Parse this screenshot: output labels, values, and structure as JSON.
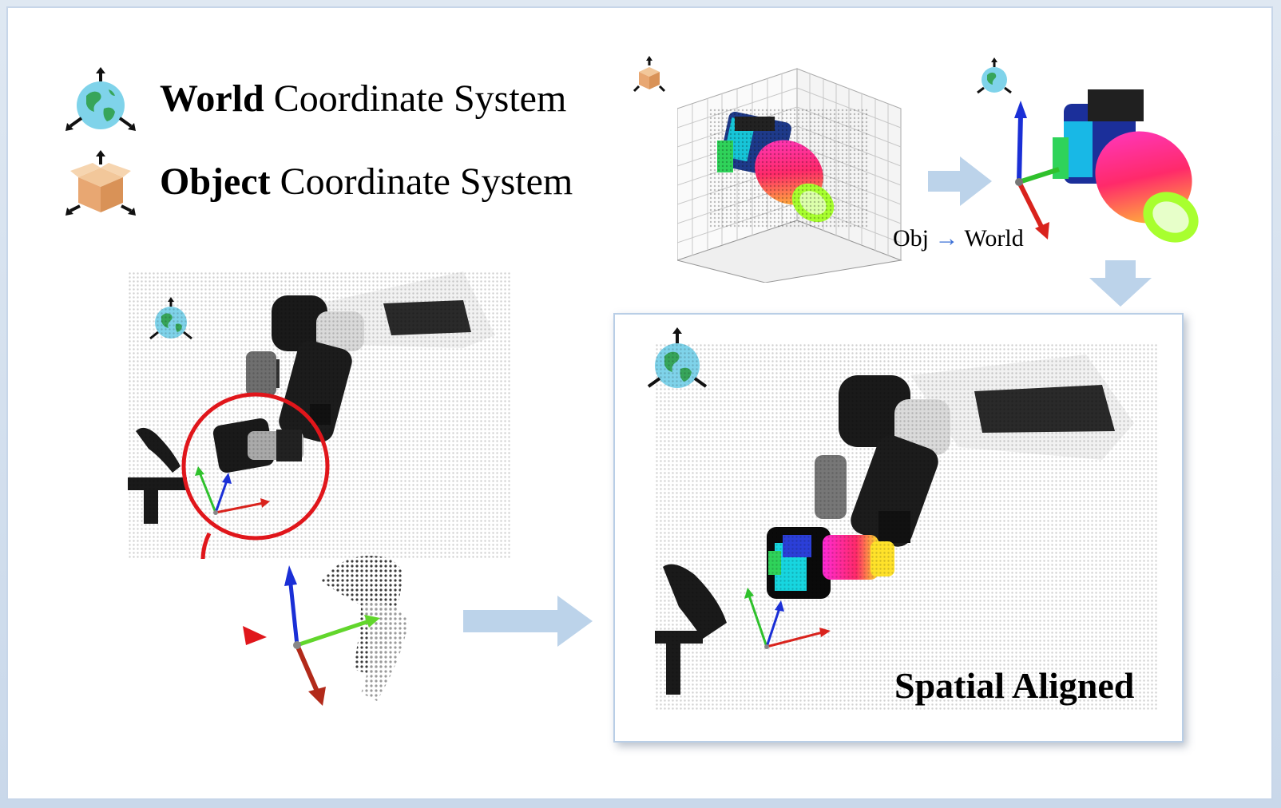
{
  "legend": {
    "world_bold": "World",
    "world_rest": " Coordinate System",
    "object_bold": "Object",
    "object_rest": " Coordinate System"
  },
  "transform_label": {
    "from": "Obj",
    "arrow": "→",
    "to": "World"
  },
  "result_label": "Spatial Aligned",
  "icons": {
    "world": "globe-with-axes-icon",
    "object": "box-with-axes-icon"
  },
  "colors": {
    "axis_x": "#d9231d",
    "axis_y": "#2fc12c",
    "axis_z": "#1a2fd6",
    "flow_arrow": "#bcd3ea",
    "highlight": "#e0161b",
    "panel_border": "#b9cee6"
  }
}
